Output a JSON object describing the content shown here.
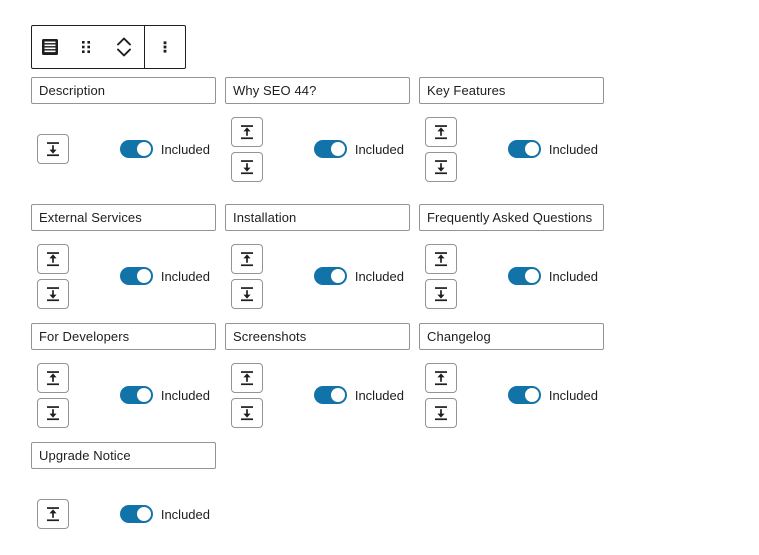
{
  "toolbar": {
    "buttons": [
      {
        "name": "block-type-icon",
        "label": "List block"
      },
      {
        "name": "drag-handle-icon",
        "label": "Drag"
      },
      {
        "name": "move-up-down-icon",
        "label": "Move up or down"
      },
      {
        "name": "more-options-icon",
        "label": "Options"
      }
    ]
  },
  "sections": [
    {
      "title": "Description",
      "move_up": false,
      "move_down": true,
      "toggle_label": "Included",
      "toggle_on": true
    },
    {
      "title": "Why SEO 44?",
      "move_up": true,
      "move_down": true,
      "toggle_label": "Included",
      "toggle_on": true
    },
    {
      "title": "Key Features",
      "move_up": true,
      "move_down": true,
      "toggle_label": "Included",
      "toggle_on": true
    },
    {
      "title": "External Services",
      "move_up": true,
      "move_down": true,
      "toggle_label": "Included",
      "toggle_on": true
    },
    {
      "title": "Installation",
      "move_up": true,
      "move_down": true,
      "toggle_label": "Included",
      "toggle_on": true
    },
    {
      "title": "Frequently Asked Questions",
      "move_up": true,
      "move_down": true,
      "toggle_label": "Included",
      "toggle_on": true
    },
    {
      "title": "For Developers",
      "move_up": true,
      "move_down": true,
      "toggle_label": "Included",
      "toggle_on": true
    },
    {
      "title": "Screenshots",
      "move_up": true,
      "move_down": true,
      "toggle_label": "Included",
      "toggle_on": true
    },
    {
      "title": "Changelog",
      "move_up": true,
      "move_down": true,
      "toggle_label": "Included",
      "toggle_on": true
    },
    {
      "title": "Upgrade Notice",
      "move_up": true,
      "move_down": false,
      "toggle_label": "Included",
      "toggle_on": true
    }
  ],
  "colors": {
    "toggle_on": "#1173a8",
    "border": "#949494",
    "toolbar_border": "#1e1e1e",
    "text": "#1e1e1e"
  }
}
